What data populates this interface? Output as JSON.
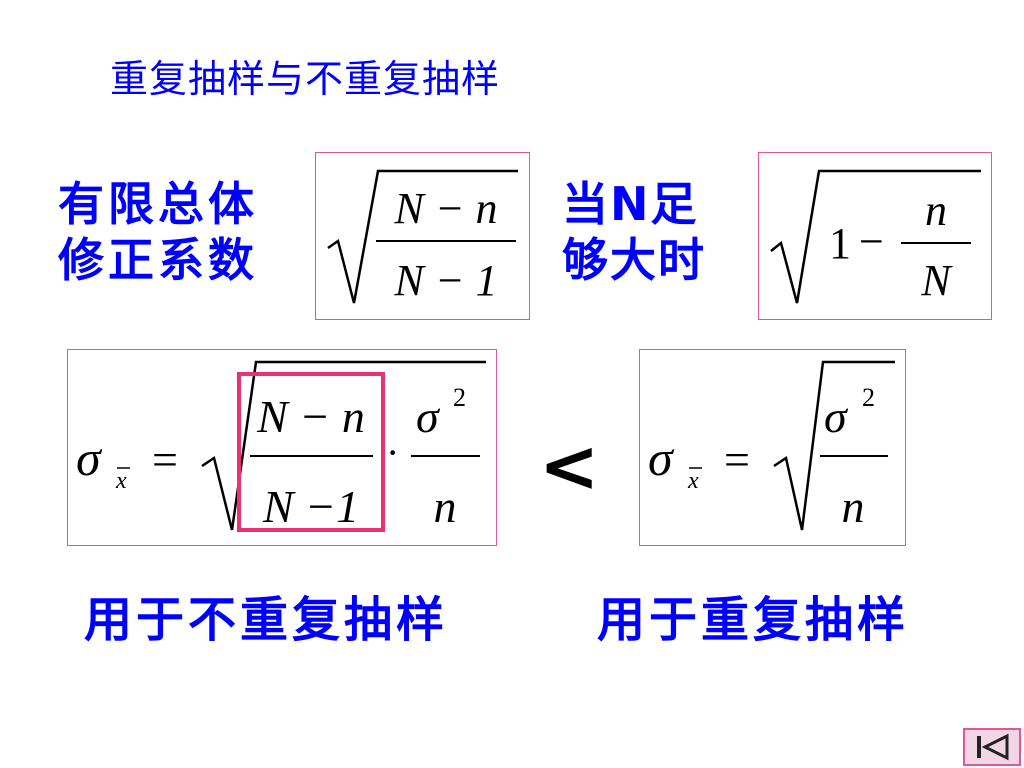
{
  "slide": {
    "title": "重复抽样与不重复抽样",
    "label_finite_line1": "有限总体",
    "label_finite_line2": "修正系数",
    "label_whenN_line1": "当N足",
    "label_whenN_line2": "够大时",
    "less_than": "<",
    "label_nonrepeated": "用于不重复抽样",
    "label_repeated": "用于重复抽样"
  },
  "formulas": {
    "fpc": {
      "num": "N − n",
      "den": "N − 1"
    },
    "approx": {
      "one": "1",
      "minus": "−",
      "num": "n",
      "den": "N"
    },
    "left": {
      "sigma": "σ",
      "sub": "x",
      "eq": "=",
      "num1": "N − n",
      "den1": "N −1",
      "dot": "·",
      "num2": "σ",
      "sup": "2",
      "den2": "n"
    },
    "right": {
      "sigma": "σ",
      "sub": "x",
      "eq": "=",
      "num": "σ",
      "sup": "2",
      "den": "n"
    }
  },
  "colors": {
    "accent_text": "#0000ff",
    "box_border": "#e0569a",
    "highlight_border": "#e8336e"
  },
  "icons": {
    "nav": "first-slide-icon"
  }
}
